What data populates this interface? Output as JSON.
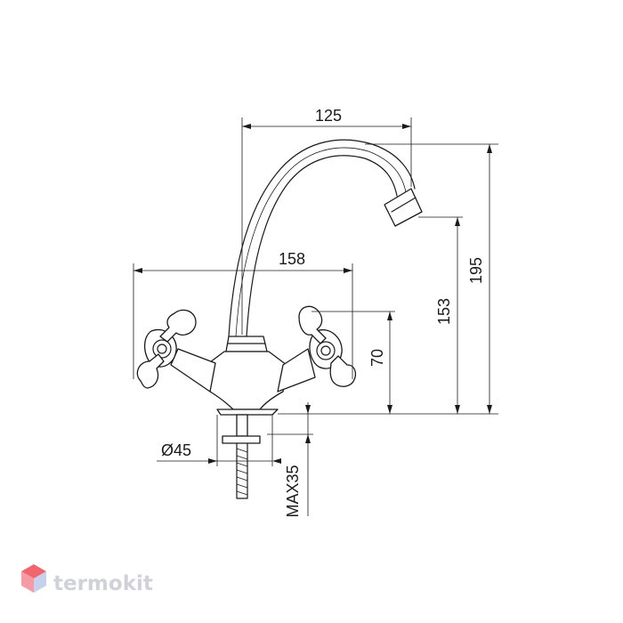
{
  "dimensions": {
    "spout_reach": "125",
    "handle_span": "158",
    "total_height": "195",
    "spout_height": "153",
    "handle_height": "70",
    "base_diameter": "Ø45",
    "max_mount_thickness": "MAX35"
  },
  "watermark": {
    "brand": "termokit"
  },
  "colors": {
    "line": "#1a1a1a",
    "logo_text": "#c9cbd2",
    "logo_red": "#ef4b57",
    "logo_blue": "#bfc9e8"
  }
}
